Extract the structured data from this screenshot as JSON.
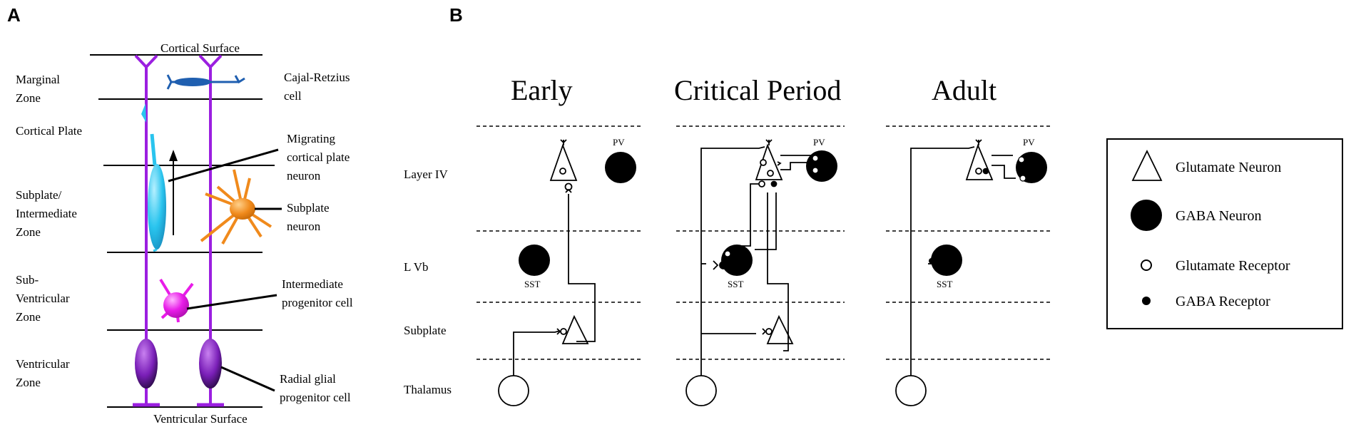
{
  "panel_a": {
    "letter": "A",
    "cortical_surface": "Cortical Surface",
    "ventricular_surface": "Ventricular Surface",
    "zones": {
      "marginal_1": "Marginal",
      "marginal_2": "Zone",
      "cortical_plate": "Cortical Plate",
      "subplate_1": "Subplate/",
      "subplate_2": "Intermediate",
      "subplate_3": "Zone",
      "svz_1": "Sub-",
      "svz_2": "Ventricular",
      "svz_3": "Zone",
      "vz_1": "Ventricular",
      "vz_2": "Zone"
    },
    "cells": {
      "cajal_1": "Cajal-Retzius",
      "cajal_2": "cell",
      "migrating_1": "Migrating",
      "migrating_2": "cortical plate",
      "migrating_3": "neuron",
      "subplate_n_1": "Subplate",
      "subplate_n_2": "neuron",
      "ipc_1": "Intermediate",
      "ipc_2": "progenitor cell",
      "rg_1": "Radial glial",
      "rg_2": "progenitor cell"
    },
    "colors": {
      "radial_glia": "#9b1fe0",
      "cajal": "#1f5fb0",
      "migrating": "#29c4ee",
      "subplate_neuron": "#f08a1c",
      "ipc": "#e81ce8",
      "rg_body": "#7a1fb8"
    }
  },
  "panel_b": {
    "letter": "B",
    "stages": [
      "Early",
      "Critical Period",
      "Adult"
    ],
    "layers": [
      "Layer IV",
      "L Vb",
      "Subplate",
      "Thalamus"
    ],
    "pv_label": "PV",
    "sst_label": "SST",
    "legend": {
      "glutamate_neuron": "Glutamate Neuron",
      "gaba_neuron": "GABA Neuron",
      "glutamate_receptor": "Glutamate Receptor",
      "gaba_receptor": "GABA Receptor"
    }
  }
}
